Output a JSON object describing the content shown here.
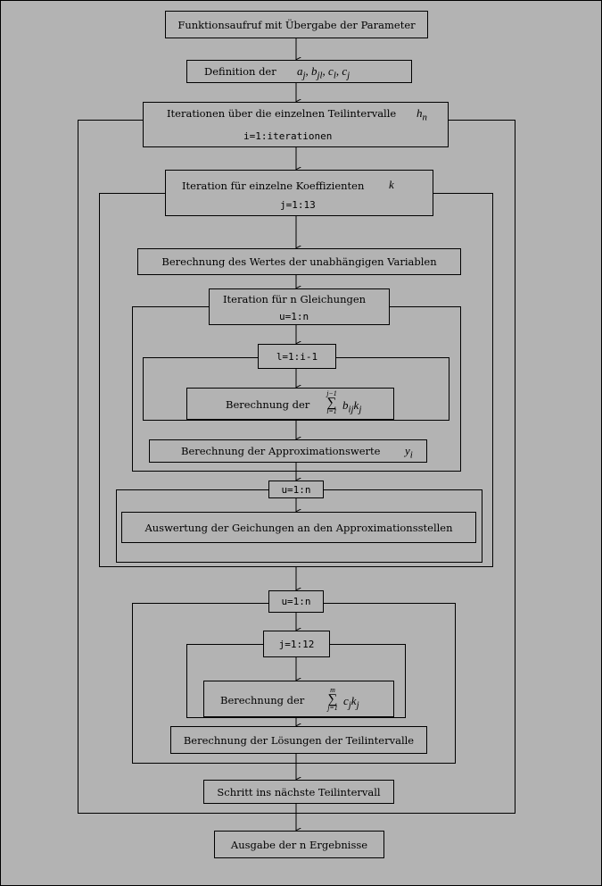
{
  "nodes": {
    "call": "Funktionsaufruf mit Übergabe der Parameter",
    "definition_label": "Definition der",
    "definition_math": "a_j, b_jl, c_l, c_j",
    "iter_intervals_label": "Iterationen über die einzelnen Teilintervalle",
    "iter_intervals_math": "h_n",
    "iter_intervals_range": "i=1:iterationen",
    "iter_coeff_label": "Iteration für einzelne Koeffizienten",
    "iter_coeff_math": "k",
    "iter_coeff_range": "j=1:13",
    "calc_indep": "Berechnung des Wertes der unabhängigen Variablen",
    "iter_eq_label": "Iteration für n Gleichungen",
    "iter_eq_range": "u=1:n",
    "loop_l": "l=1:i-1",
    "calc_sum1_label": "Berechnung der",
    "calc_sum1_upper": "j−1",
    "calc_sum1_lower": "l=1",
    "calc_sum1_term": "b_ij k_j",
    "calc_approx_label": "Berechnung der Approximationswerte",
    "calc_approx_math": "y_i",
    "loop_u2": "u=1:n",
    "eval": "Auswertung der Geichungen an den Approximationsstellen",
    "loop_u3": "u=1:n",
    "loop_j12": "j=1:12",
    "calc_sum2_label": "Berechnung der",
    "calc_sum2_upper": "m",
    "calc_sum2_lower": "j=1",
    "calc_sum2_term": "c_j k_j",
    "calc_solutions": "Berechnung der Lösungen der Teilintervalle",
    "next_step": "Schritt ins nächste Teilintervall",
    "output": "Ausgabe der n Ergebnisse"
  }
}
